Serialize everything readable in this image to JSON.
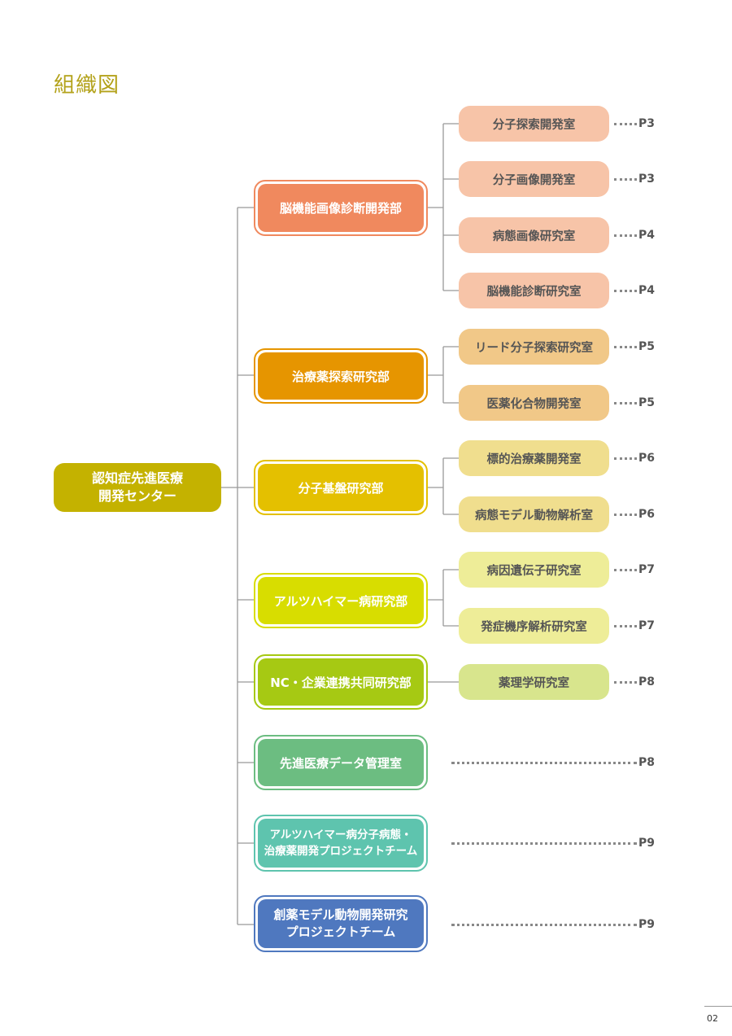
{
  "title": "組織図",
  "root": {
    "line1": "認知症先進医療",
    "line2": "開発センター"
  },
  "departments": [
    {
      "name": "脳機能画像診断開発部",
      "line2": "",
      "color": "#f0895e",
      "labs": [
        {
          "name": "分子探索開発室",
          "page": "P3"
        },
        {
          "name": "分子画像開発室",
          "page": "P3"
        },
        {
          "name": "病態画像研究室",
          "page": "P4"
        },
        {
          "name": "脳機能診断研究室",
          "page": "P4"
        }
      ]
    },
    {
      "name": "治療薬探索研究部",
      "line2": "",
      "color": "#e69500",
      "labs": [
        {
          "name": "リード分子探索研究室",
          "page": "P5"
        },
        {
          "name": "医薬化合物開発室",
          "page": "P5"
        }
      ]
    },
    {
      "name": "分子基盤研究部",
      "line2": "",
      "color": "#e4c000",
      "labs": [
        {
          "name": "標的治療薬開発室",
          "page": "P6"
        },
        {
          "name": "病態モデル動物解析室",
          "page": "P6"
        }
      ]
    },
    {
      "name": "アルツハイマー病研究部",
      "line2": "",
      "color": "#d8dd00",
      "labs": [
        {
          "name": "病因遺伝子研究室",
          "page": "P7"
        },
        {
          "name": "発症機序解析研究室",
          "page": "P7"
        }
      ]
    },
    {
      "name": "NC・企業連携共同研究部",
      "line2": "",
      "color": "#a6c913",
      "labs": [
        {
          "name": "薬理学研究室",
          "page": "P8"
        }
      ]
    },
    {
      "name": "先進医療データ管理室",
      "line2": "",
      "color": "#6cbd81",
      "page": "P8",
      "labs": []
    },
    {
      "name": "アルツハイマー病分子病態・",
      "line2": "治療薬開発プロジェクトチーム",
      "color": "#5ec4ae",
      "page": "P9",
      "labs": []
    },
    {
      "name": "創薬モデル動物開発研究",
      "line2": "プロジェクトチーム",
      "color": "#4f78bf",
      "page": "P9",
      "labs": []
    }
  ],
  "page_number": "02"
}
